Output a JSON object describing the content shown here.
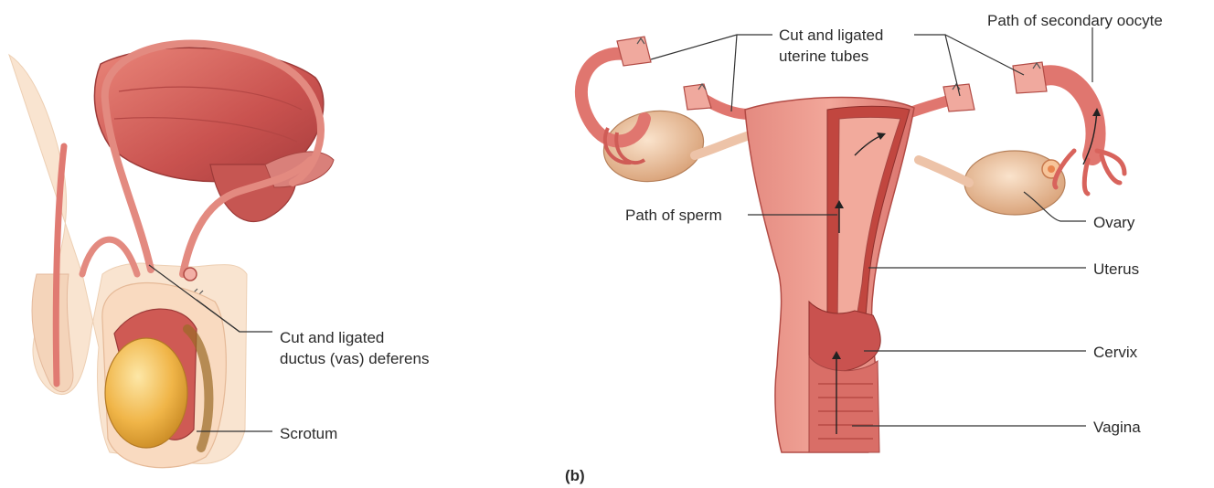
{
  "male_labels": {
    "ductus_line1": "Cut and ligated",
    "ductus_line2": "ductus (vas) deferens",
    "scrotum": "Scrotum"
  },
  "female_labels": {
    "tubes_line1": "Cut and ligated",
    "tubes_line2": "uterine tubes",
    "oocyte_path": "Path of secondary oocyte",
    "sperm_path": "Path of sperm",
    "ovary": "Ovary",
    "uterus": "Uterus",
    "cervix": "Cervix",
    "vagina": "Vagina"
  },
  "panel_caption": "(b)",
  "colors": {
    "muscle": "#c9524f",
    "muscle_light": "#e07a72",
    "skin": "#f7dcc3",
    "testis": "#f0b548",
    "ovary": "#e8b48c",
    "leader": "#333333"
  }
}
